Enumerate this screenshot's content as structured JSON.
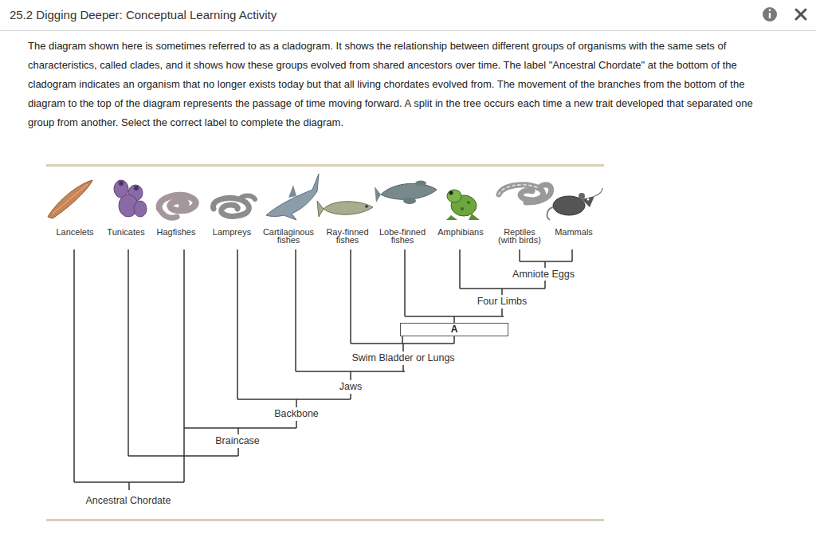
{
  "diagram": {
    "title": "25.2 Digging Deeper: Conceptual Learning Activity",
    "nodes": [
      {
        "text": [
          "A"
        ]
      }
    ],
    "labels": [
      "The diagram shown here is sometimes referred to as a cladogram. It shows the relationship between different groups of organisms with the same sets of characteristics, called clades, and it shows how these groups evolved from shared ancestors over time. The label \"Ancestral Chordate\" at the bottom of the cladogram indicates an organism that no longer exists today but that all living chordates evolved from. The movement of the branches from the bottom of the diagram to the top of the diagram represents the passage of time moving forward. A split in the tree occurs each time a new trait developed that separated one group from another. Select the correct label to complete the diagram.",
      "Lancelets",
      "Tunicates",
      "Hagfishes",
      "Lampreys",
      "Cartilaginous fishes",
      "Ray-finned fishes",
      "Lobe-finned fishes",
      "Amphibians",
      "Reptiles (with birds)",
      "Mammals",
      "Amniote Eggs",
      "Four Limbs",
      "Swim Bladder or Lungs",
      "Jaws",
      "Backbone",
      "Braincase",
      "Ancestral Chordate"
    ]
  }
}
